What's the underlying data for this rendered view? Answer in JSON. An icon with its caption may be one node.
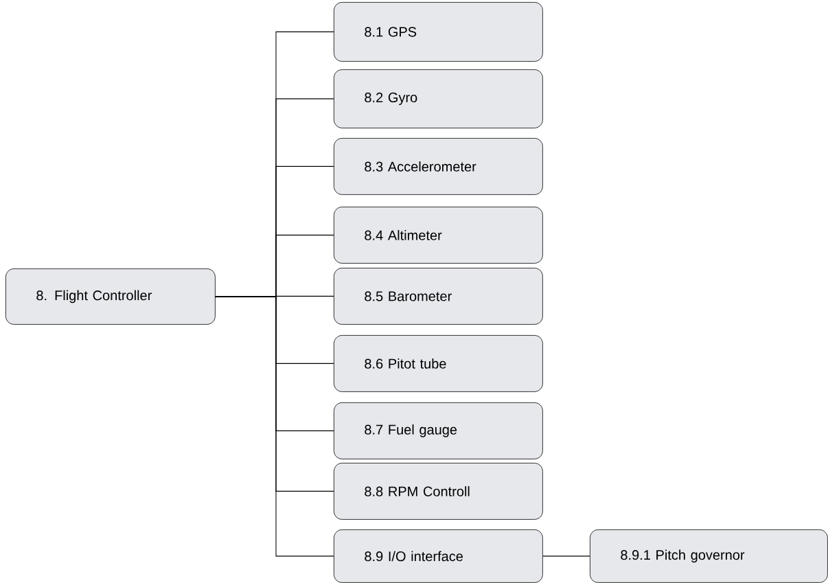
{
  "diagram": {
    "nodes": [
      {
        "text": [
          "8. Flight Controller"
        ]
      },
      {
        "text": [
          "8.1 GPS"
        ]
      },
      {
        "text": [
          "8.2 Gyro"
        ]
      },
      {
        "text": [
          "8.3 Accelerometer"
        ]
      },
      {
        "text": [
          "8.4 Altimeter"
        ]
      },
      {
        "text": [
          "8.5 Barometer"
        ]
      },
      {
        "text": [
          "8.6 Pitot tube"
        ]
      },
      {
        "text": [
          "8.7 Fuel gauge"
        ]
      },
      {
        "text": [
          "8.8 RPM Controll"
        ]
      },
      {
        "text": [
          "8.9 I/O interface"
        ]
      },
      {
        "text": [
          "8.9.1 Pitch governor"
        ]
      }
    ],
    "edges": [
      {
        "from": 0,
        "to": 1,
        "arrow": "none"
      },
      {
        "from": 0,
        "to": 2,
        "arrow": "none"
      },
      {
        "from": 0,
        "to": 3,
        "arrow": "none"
      },
      {
        "from": 0,
        "to": 4,
        "arrow": "none"
      },
      {
        "from": 0,
        "to": 5,
        "arrow": "none"
      },
      {
        "from": 0,
        "to": 6,
        "arrow": "none"
      },
      {
        "from": 0,
        "to": 7,
        "arrow": "none"
      },
      {
        "from": 0,
        "to": 8,
        "arrow": "none"
      },
      {
        "from": 0,
        "to": 9,
        "arrow": "none"
      },
      {
        "from": 9,
        "to": 10,
        "arrow": "none"
      }
    ]
  }
}
